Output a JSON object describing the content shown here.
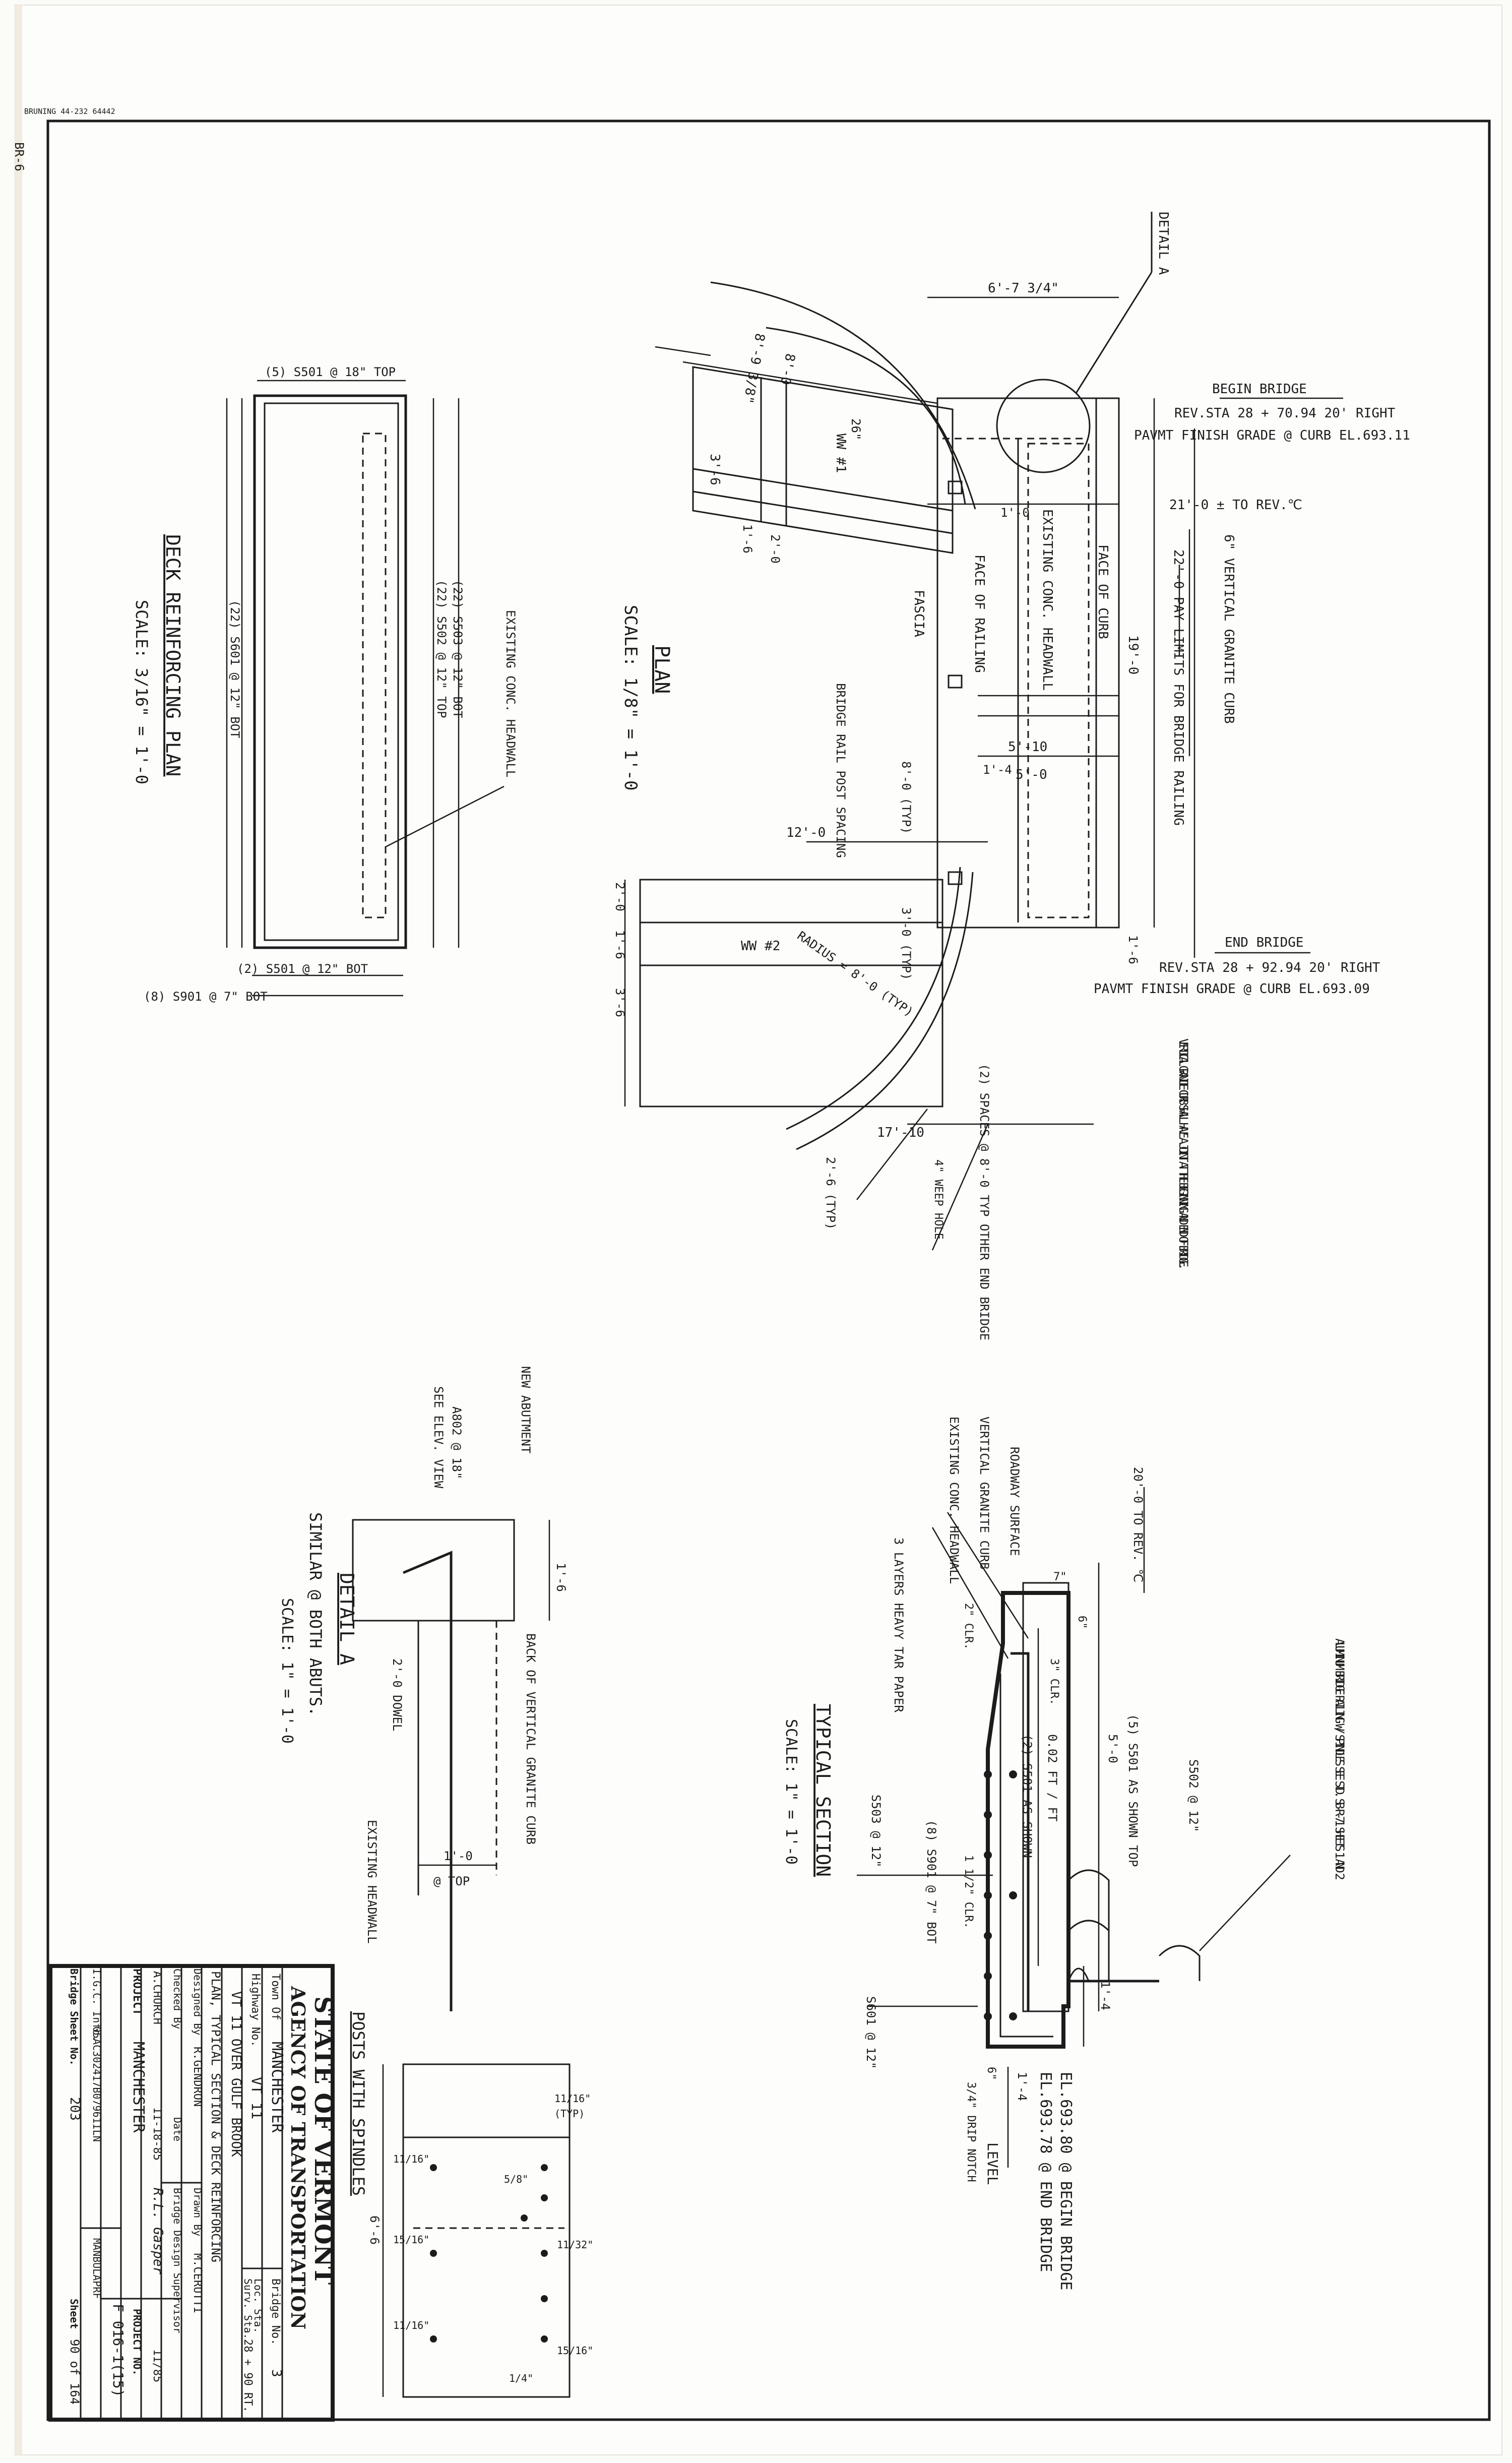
{
  "header": {
    "bruning": "BRUNING 44-232 64442",
    "sheet_tag": "BR-6"
  },
  "detail_a_ref": "DETAIL A",
  "plan": {
    "title": "PLAN",
    "scale": "SCALE: 1/8\" = 1'-0",
    "begin": {
      "label": "BEGIN BRIDGE",
      "sta": "REV.STA 28 + 70.94 20' RIGHT",
      "grade": "PAVMT FINISH GRADE @ CURB EL.693.11"
    },
    "end": {
      "label": "END BRIDGE",
      "sta": "REV.STA 28 + 92.94 20' RIGHT",
      "grade": "PAVMT FINISH GRADE @ CURB EL.693.09"
    },
    "labels": {
      "rev_offset": "21'-0 ± TO REV.℃",
      "granite_curb": "6\" VERTICAL GRANITE CURB",
      "pay_limits": "22'-0  PAY LIMITS FOR BRIDGE RAILING",
      "face_curb": "FACE OF CURB",
      "face_railing": "FACE OF RAILING",
      "headwall": "EXISTING CONC. HEADWALL",
      "fascia": "FASCIA",
      "rail_post": "BRIDGE RAIL POST SPACING",
      "ww1": "WW #1",
      "ww2": "WW #2",
      "radius": "RADIUS = 8'-0 (TYP)",
      "spaces": "(2) SPACES @ 8'-0 TYP OTHER END BRIDGE",
      "weep": "4\" WEEP HOLE",
      "curb_note": "VERTICAL GRANITE CURB SHALL HAVE A JOINT AT THE BEGINNING AND END OF BRIDGE."
    },
    "dims": {
      "d_6_7": "6'-7 3/4\"",
      "d_8_9": "8'-9 3/8\"",
      "d_8_0": "8'-0",
      "d_26": "26\"",
      "d_3_6": "3'-6",
      "d_1_6": "1'-6",
      "d_2_0": "2'-0",
      "d_1_0": "1'-0",
      "d_19_0": "19'-0",
      "d_5_10": "5'-10",
      "d_5_0": "5'-0",
      "d_1_4": "1'-4",
      "d_8_0_typ": "8'-0 (TYP)",
      "d_12_0": "12'-0",
      "d_3_0_typ": "3'-0 (TYP)",
      "d_1_6b": "1'-6",
      "d_17_10": "17'-10",
      "d_2_6_typ": "2'-6 (TYP)",
      "d_2_0b": "2'-0",
      "d_1_6c": "1'-6",
      "d_3_6b": "3'-6"
    }
  },
  "deck": {
    "title": "DECK REINFORCING PLAN",
    "scale": "SCALE: 3/16\" = 1'-0",
    "bars": {
      "top": "(5) S501 @ 18\" TOP",
      "bot": "(2) S501 @ 12\" BOT",
      "s901": "(8) S901 @ 7\" BOT",
      "s601": "(22) S601 @ 12\" BOT",
      "s502": "(22) S502 @ 12\" TOP",
      "s503": "(22) S503 @ 12\" BOT",
      "headwall": "EXISTING CONC. HEADWALL"
    }
  },
  "detail_a": {
    "title": "DETAIL A",
    "sub": "SIMILAR @ BOTH ABUTS.",
    "scale": "SCALE: 1\" = 1'-0",
    "labels": {
      "new_abut": "NEW ABUTMENT",
      "a802": "A802 @ 18\"",
      "see_elev": "SEE ELEV. VIEW",
      "back_curb": "BACK OF VERTICAL GRANITE CURB",
      "dowel": "2'-0 DOWEL",
      "existing": "EXISTING HEADWALL",
      "d_1_6": "1'-6",
      "d_1_0": "1'-0",
      "top": "@ TOP"
    }
  },
  "typical": {
    "title": "TYPICAL SECTION",
    "scale": "SCALE: 1\" = 1'-0",
    "labels": {
      "to_rev": "20'-0 TO REV. ℃",
      "roadway": "ROADWAY SURFACE",
      "vert_curb": "VERTICAL GRANITE CURB",
      "ex_headwall": "EXISTING CONC. HEADWALL",
      "tar": "3 LAYERS HEAVY TAR PAPER",
      "clr2": "2\" CLR.",
      "clr3": "3\" CLR.",
      "d7": "7\"",
      "d6": "6\"",
      "s501_top": "(5) S501 AS SHOWN TOP",
      "s501_2": "(2) S501 AS SHOWN",
      "slope": "0.02 FT / FT",
      "d5_0": "5'-0",
      "s502": "S502 @ 12\"",
      "s503": "S503 @ 12\"",
      "s901": "(8) S901 @ 7\" BOT",
      "clr15": "1 1/2\" CLR.",
      "s601": "S601 @ 12\"",
      "d6b": "6\"",
      "d1_4": "1'-4",
      "d1_4b": "1'-4",
      "drip": "3/4\" DRIP NOTCH",
      "level": "LEVEL",
      "el_begin": "EL.693.80 @ BEGIN BRIDGE",
      "el_end": "EL.693.78 @ END BRIDGE",
      "rail": "ALUMINUM BRIDGE RAILING W/ SPINDLES  SEE STD. SB-R-71 SHEETS 1 AND 2"
    }
  },
  "posts": {
    "title": "POSTS WITH SPINDLES",
    "dims": {
      "d6_6": "6'-6",
      "d11_16": "11/16\"",
      "d_typ": "(TYP)",
      "d11_32": "11/32\"",
      "d15_16": "15/16\"",
      "d5_8": "5/8\"",
      "d1_4": "1/4\"",
      "d11_16b": "11/16\"",
      "d15_16b": "15/16\"",
      "d11_16c": "11/16\""
    }
  },
  "title_block": {
    "state": "STATE OF VERMONT",
    "agency": "AGENCY OF TRANSPORTATION",
    "town_label": "Town Of",
    "town": "MANCHESTER",
    "bridge_no_label": "Bridge No.",
    "bridge_no": "3",
    "highway_label": "Highway No.",
    "highway": "VT 11",
    "loc_label": "Loc. Sta.",
    "surv_label": "Surv. Sta.",
    "surv": "28 + 90 RT.",
    "desc1": "VT 11 OVER GULF BROOK",
    "desc2": "PLAN, TYPICAL SECTION & DECK REINFORCING",
    "designed_label": "Designed By",
    "designed": "R.GENDRON",
    "drawn_label": "Drawn By",
    "drawn": "M.CERUTTI",
    "checked_label": "Checked By",
    "date_label": "Date",
    "super_label": "Bridge Design Supervisor",
    "checked": "A.CHURCH",
    "checked_date": "11-18-85",
    "super": "R.L. Gasper",
    "super_date": "11/85",
    "project_label": "PROJECT",
    "project": "MANCHESTER",
    "project_no_label": "PROJECT NO.",
    "project_no": "F 016-1(15)",
    "igc_label": "I.G.C. Info.",
    "igc": "05AC302417B07961ILN",
    "igc2": "MANBULAPRF",
    "sheet_label": "Bridge Sheet No.",
    "sheet_no": "203",
    "sheet_of_label": "Sheet",
    "sheet_of": "90 of 164"
  }
}
